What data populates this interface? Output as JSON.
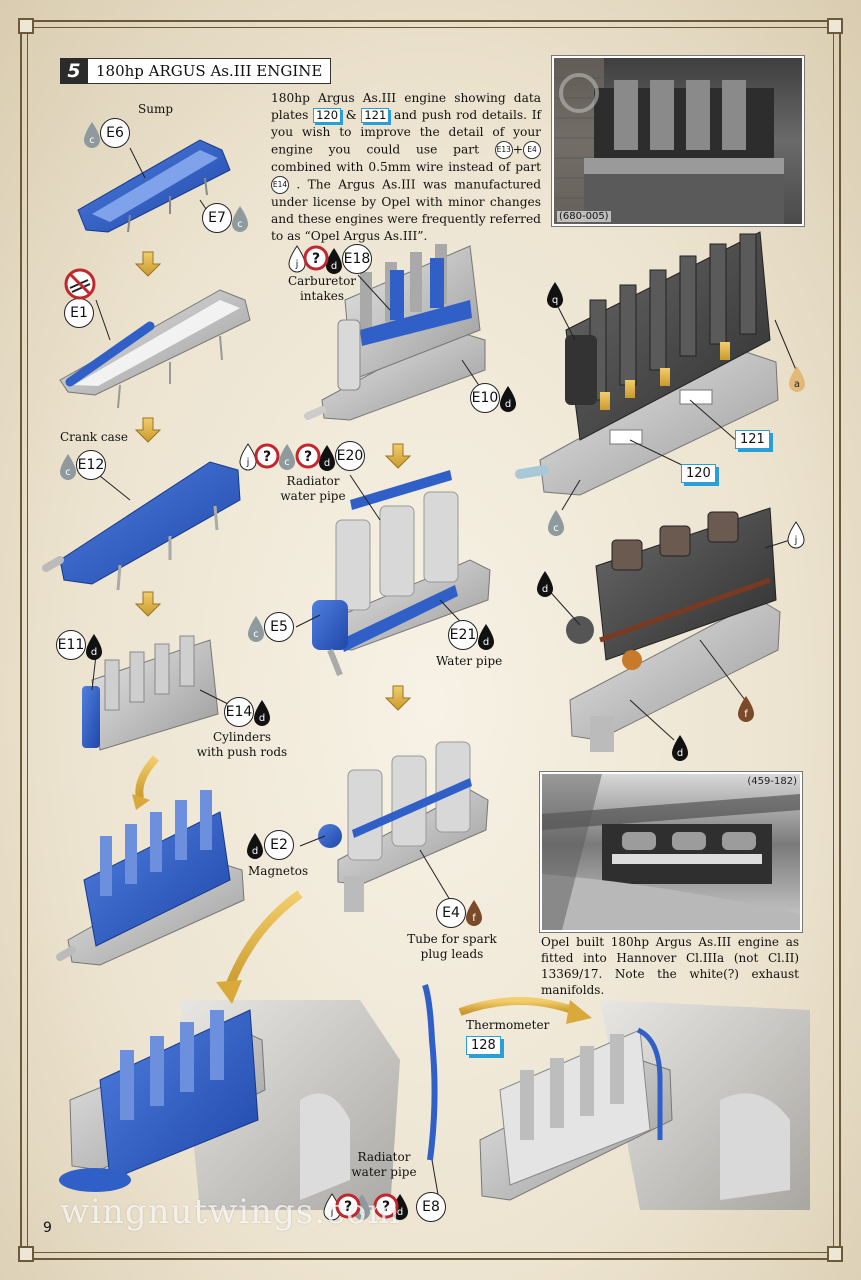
{
  "step": {
    "number": "5",
    "title": "180hp ARGUS As.III ENGINE"
  },
  "intro": {
    "t1": "180hp Argus As.III engine showing data plates",
    "b120": "120",
    "amp": "&",
    "b121": "121",
    "t2": "and push rod details. If you wish to improve the detail of your engine you could use part",
    "pE13": "E13",
    "plus": "+",
    "pE4": "E4",
    "t3": "combined with 0.5mm wire instead of part",
    "pE14": "E14",
    "t4": ". The Argus As.III was manufactured under license by Opel with minor changes and these engines were frequently referred to as “Opel Argus As.III”."
  },
  "photo_top": {
    "id": "(680-005)"
  },
  "photo_mid": {
    "id": "(459-182)"
  },
  "caption": "Opel built 180hp Argus As.III engine as fitted into Hannover Cl.IIIa (not Cl.II) 13369/17. Note the white(?) exhaust manifolds.",
  "labels": {
    "sump": "Sump",
    "carb": "Carburetor\nintakes",
    "crank": "Crank case",
    "radpipe": "Radiator\nwater pipe",
    "waterpipe": "Water pipe",
    "cyl": "Cylinders\nwith push rods",
    "magnetos": "Magnetos",
    "tube": "Tube for spark\nplug leads",
    "thermo": "Thermometer",
    "radpipe2": "Radiator\nwater pipe"
  },
  "parts": {
    "E6": "E6",
    "E7": "E7",
    "E1": "E1",
    "E18": "E18",
    "E10": "E10",
    "E12": "E12",
    "E20": "E20",
    "E5": "E5",
    "E21": "E21",
    "E11": "E11",
    "E14": "E14",
    "E2": "E2",
    "E4": "E4",
    "E8": "E8"
  },
  "refs": {
    "r120": "120",
    "r121": "121",
    "r128": "128"
  },
  "paint": {
    "q": "q",
    "a": "a",
    "c": "c",
    "j": "j",
    "d": "d",
    "f": "f"
  },
  "page_number": "9",
  "watermark": "wingnutwings.com",
  "colors": {
    "part_blue": "#2f5fc7",
    "ref_blue": "#2a9fd6",
    "frame": "#6b5a3a",
    "arrow_gold": "#e3b548",
    "caution_red": "#c0282d"
  }
}
